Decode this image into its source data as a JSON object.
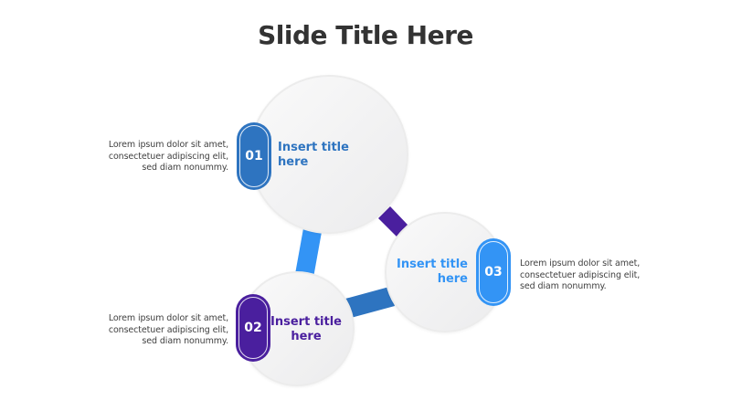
{
  "slide": {
    "title": "Slide Title Here"
  },
  "colors": {
    "step1": "#2e74c0",
    "step2": "#4a1f9e",
    "step3": "#3394f5",
    "text_dark": "#333333",
    "circle_fill": "#f3f3f4"
  },
  "steps": [
    {
      "number": "01",
      "title_line1": "Insert title",
      "title_line2": "here",
      "description_line1": "Lorem ipsum dolor sit amet,",
      "description_line2": "consectetuer adipiscing elit,",
      "description_line3": "sed diam nonummy."
    },
    {
      "number": "02",
      "title_line1": "Insert title",
      "title_line2": "here",
      "description_line1": "Lorem ipsum dolor sit amet,",
      "description_line2": "consectetuer adipiscing elit,",
      "description_line3": "sed diam nonummy."
    },
    {
      "number": "03",
      "title_line1": "Insert title",
      "title_line2": "here",
      "description_line1": "Lorem ipsum dolor sit amet,",
      "description_line2": "consectetuer adipiscing elit,",
      "description_line3": "sed diam nonummy."
    }
  ]
}
